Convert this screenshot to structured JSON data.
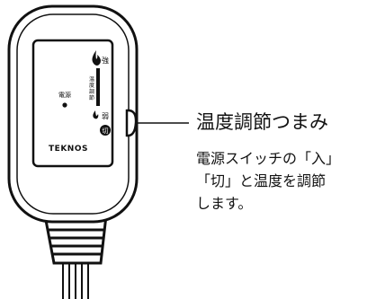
{
  "device": {
    "brand": "TEKNOS",
    "power_label": "電源",
    "strong_label": "強",
    "weak_label": "弱",
    "temp_adjust_label": "温度調節",
    "off_symbol": "切"
  },
  "callout": {
    "title": "温度調節つまみ",
    "description_lines": [
      "電源スイッチの「入」",
      "「切」と温度を調節",
      "します。"
    ]
  }
}
